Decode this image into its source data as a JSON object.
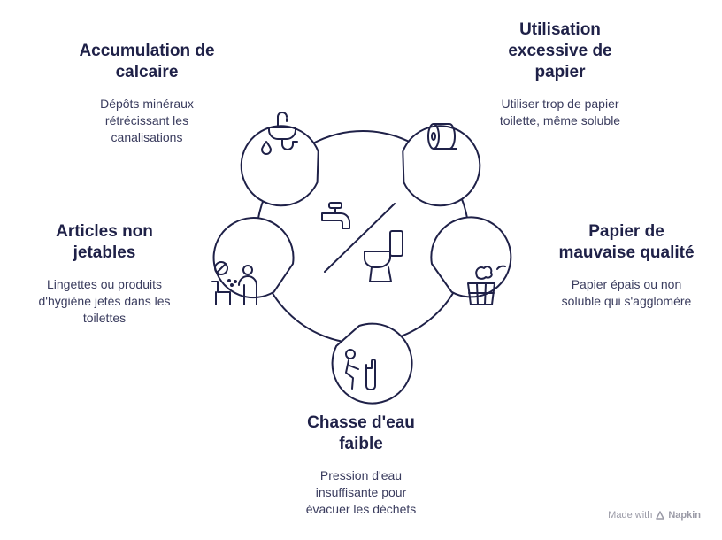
{
  "colors": {
    "stroke": "#1f2148",
    "fill": "#ffffff",
    "text": "#1f2148",
    "muted": "#3a3c5e"
  },
  "causes": [
    {
      "id": "calcaire",
      "title": "Accumulation de\ncalcaire",
      "description": "Dépôts minéraux\nrétrécissant les\ncanalisations",
      "icon": "sink-drip-icon"
    },
    {
      "id": "papier-excessif",
      "title": "Utilisation\nexcessive de\npapier",
      "description": "Utiliser trop de papier\ntoilette, même soluble",
      "icon": "toilet-paper-roll-icon"
    },
    {
      "id": "papier-qualite",
      "title": "Papier de\nmauvaise qualité",
      "description": "Papier épais ou non\nsoluble qui s'agglomère",
      "icon": "wastebasket-paper-icon"
    },
    {
      "id": "chasse-faible",
      "title": "Chasse d'eau\nfaible",
      "description": "Pression d'eau\ninsuffisante pour\névacuer les déchets",
      "icon": "person-flushing-icon"
    },
    {
      "id": "articles-non-jetables",
      "title": "Articles non\njetables",
      "description": "Lingettes ou produits\nd'hygiène jetés dans les\ntoilettes",
      "icon": "no-throwing-items-icon"
    }
  ],
  "center": {
    "icon": "faucet-toilet-icon"
  },
  "footer": {
    "made_with": "Made with",
    "brand": "Napkin"
  }
}
